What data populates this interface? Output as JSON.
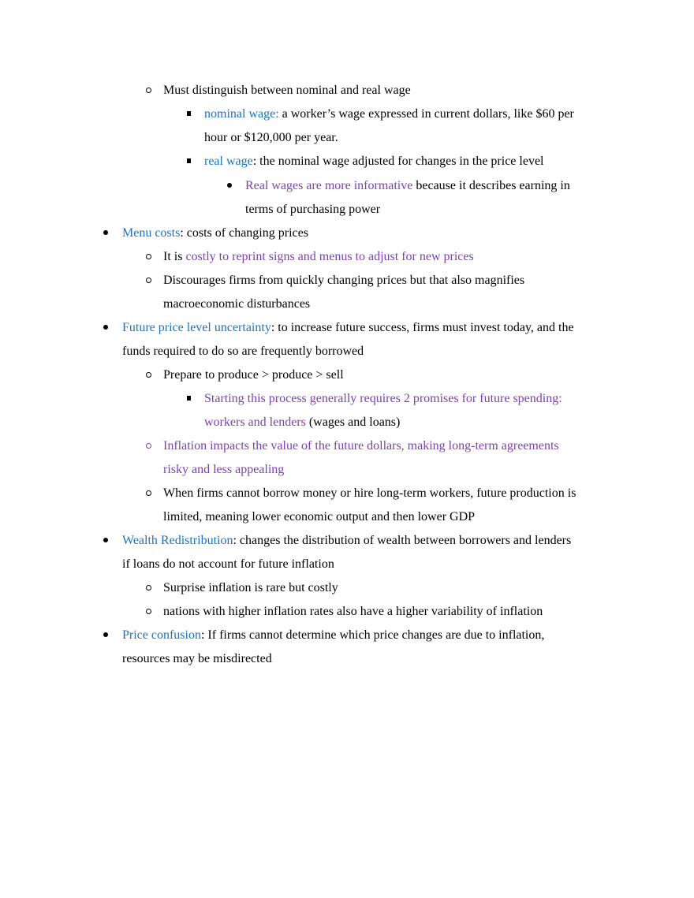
{
  "document": {
    "items": [
      {
        "id": "l1",
        "bullet": "circle-b",
        "segments": [
          {
            "t": "Must distinguish between nominal and real wage",
            "c": "black"
          }
        ]
      },
      {
        "id": "l2",
        "bullet": "square",
        "segments": [
          {
            "t": "nominal wage:",
            "c": "blue"
          },
          {
            "t": " a worker’s wage expressed in current dollars, like $60 per",
            "c": "black"
          }
        ]
      },
      {
        "id": "l3",
        "bullet": null,
        "segments": [
          {
            "t": "hour or $120,000 per year.",
            "c": "black"
          }
        ]
      },
      {
        "id": "l4",
        "bullet": "square",
        "segments": [
          {
            "t": "real wage",
            "c": "blue"
          },
          {
            "t": ": the nominal wage adjusted for changes in the price level",
            "c": "black"
          }
        ]
      },
      {
        "id": "l5",
        "bullet": "disc",
        "segments": [
          {
            "t": "Real wages are more informative",
            "c": "purple"
          },
          {
            "t": " because it describes earning in",
            "c": "black"
          }
        ]
      },
      {
        "id": "l6",
        "bullet": null,
        "segments": [
          {
            "t": "terms of purchasing power",
            "c": "black"
          }
        ]
      },
      {
        "id": "l7",
        "bullet": "disc",
        "segments": [
          {
            "t": "Menu costs",
            "c": "blue"
          },
          {
            "t": ": costs of changing prices",
            "c": "black"
          }
        ]
      },
      {
        "id": "l8",
        "bullet": "circle-b",
        "segments": [
          {
            "t": "It is ",
            "c": "black"
          },
          {
            "t": "costly to reprint signs and menus to adjust for new prices",
            "c": "purple"
          }
        ]
      },
      {
        "id": "l9",
        "bullet": "circle-b",
        "segments": [
          {
            "t": "Discourages firms from quickly changing prices but that also magnifies",
            "c": "black"
          }
        ]
      },
      {
        "id": "l10",
        "bullet": null,
        "segments": [
          {
            "t": "macroeconomic disturbances",
            "c": "black"
          }
        ]
      },
      {
        "id": "l11",
        "bullet": "disc",
        "segments": [
          {
            "t": "Future price level uncertainty",
            "c": "blue"
          },
          {
            "t": ": to increase future success, firms must invest today, and the",
            "c": "black"
          }
        ]
      },
      {
        "id": "l12",
        "bullet": null,
        "segments": [
          {
            "t": "funds required to do so are frequently borrowed",
            "c": "black"
          }
        ]
      },
      {
        "id": "l13",
        "bullet": "circle-b",
        "segments": [
          {
            "t": "Prepare to produce > produce > sell",
            "c": "black"
          }
        ]
      },
      {
        "id": "l14",
        "bullet": "square",
        "segments": [
          {
            "t": "Starting this process generally requires 2 promises for future spending:",
            "c": "purple"
          }
        ]
      },
      {
        "id": "l15",
        "bullet": null,
        "segments": [
          {
            "t": "workers and lenders",
            "c": "purple"
          },
          {
            "t": " (wages and loans)",
            "c": "black"
          }
        ]
      },
      {
        "id": "l16",
        "bullet": "circle-p",
        "segments": [
          {
            "t": "Inflation impacts the value of the future dollars, making long-term agreements",
            "c": "purple"
          }
        ]
      },
      {
        "id": "l17",
        "bullet": null,
        "segments": [
          {
            "t": "risky and less appealing",
            "c": "purple"
          }
        ]
      },
      {
        "id": "l18",
        "bullet": "circle-b",
        "segments": [
          {
            "t": "When firms cannot borrow money or hire long-term workers, future production is",
            "c": "black"
          }
        ]
      },
      {
        "id": "l19",
        "bullet": null,
        "segments": [
          {
            "t": "limited, meaning lower economic output and then lower GDP",
            "c": "black"
          }
        ]
      },
      {
        "id": "l20",
        "bullet": "disc",
        "segments": [
          {
            "t": "Wealth Redistribution",
            "c": "blue"
          },
          {
            "t": ": changes the distribution of wealth between borrowers and lenders",
            "c": "black"
          }
        ]
      },
      {
        "id": "l21",
        "bullet": null,
        "segments": [
          {
            "t": "if loans do not account for future inflation",
            "c": "black"
          }
        ]
      },
      {
        "id": "l22",
        "bullet": "circle-b",
        "segments": [
          {
            "t": "Surprise inflation is rare but costly",
            "c": "black"
          }
        ]
      },
      {
        "id": "l23",
        "bullet": "circle-b",
        "segments": [
          {
            "t": "nations with higher inflation rates also have a higher variability of inflation",
            "c": "black"
          }
        ]
      },
      {
        "id": "l24",
        "bullet": "disc",
        "segments": [
          {
            "t": "Price confusion",
            "c": "blue"
          },
          {
            "t": ": If firms cannot determine which price changes are due to inflation,",
            "c": "black"
          }
        ]
      },
      {
        "id": "l25",
        "bullet": null,
        "segments": [
          {
            "t": "resources may be misdirected",
            "c": "black"
          }
        ]
      }
    ]
  }
}
